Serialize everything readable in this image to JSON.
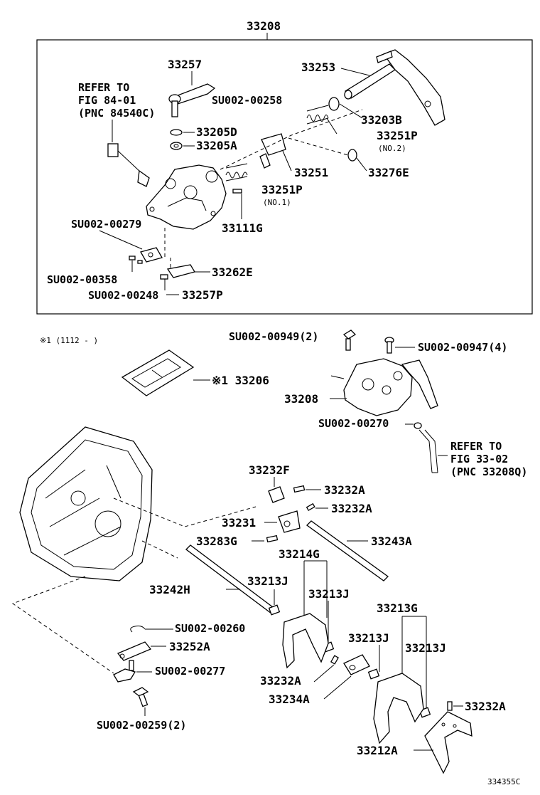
{
  "assembly": {
    "main_number": "33208",
    "illustration_code": "334355C"
  },
  "labels": [
    {
      "id": "p33257",
      "text": "33257"
    },
    {
      "id": "p33253",
      "text": "33253"
    },
    {
      "id": "ref_a1",
      "text": "REFER TO"
    },
    {
      "id": "ref_a2",
      "text": "FIG 84-01"
    },
    {
      "id": "ref_a3",
      "text": "(PNC 84540C)"
    },
    {
      "id": "su258",
      "text": "SU002-00258"
    },
    {
      "id": "p33203b",
      "text": "33203B"
    },
    {
      "id": "p33205d",
      "text": "33205D"
    },
    {
      "id": "p33251p_top",
      "text": "33251P"
    },
    {
      "id": "no2",
      "text": "(NO.2)"
    },
    {
      "id": "p33205a",
      "text": "33205A"
    },
    {
      "id": "p33251",
      "text": "33251"
    },
    {
      "id": "p33276e",
      "text": "33276E"
    },
    {
      "id": "p33251p_low",
      "text": "33251P"
    },
    {
      "id": "no1",
      "text": "(NO.1)"
    },
    {
      "id": "p33111g",
      "text": "33111G"
    },
    {
      "id": "su279",
      "text": "SU002-00279"
    },
    {
      "id": "su358",
      "text": "SU002-00358"
    },
    {
      "id": "p33262e",
      "text": "33262E"
    },
    {
      "id": "su248",
      "text": "SU002-00248"
    },
    {
      "id": "p33257p",
      "text": "33257P"
    },
    {
      "id": "note1",
      "text": "※1 (1112 -        )"
    },
    {
      "id": "su949",
      "text": "SU002-00949(2)"
    },
    {
      "id": "su947",
      "text": "SU002-00947(4)"
    },
    {
      "id": "p33206",
      "text": "※1 33206"
    },
    {
      "id": "p33208b",
      "text": "33208"
    },
    {
      "id": "su270",
      "text": "SU002-00270"
    },
    {
      "id": "ref_b1",
      "text": "REFER TO"
    },
    {
      "id": "ref_b2",
      "text": "FIG 33-02"
    },
    {
      "id": "ref_b3",
      "text": "(PNC 33208Q)"
    },
    {
      "id": "p33232f",
      "text": "33232F"
    },
    {
      "id": "p33232a_1",
      "text": "33232A"
    },
    {
      "id": "p33231",
      "text": "33231"
    },
    {
      "id": "p33232a_2",
      "text": "33232A"
    },
    {
      "id": "p33283g",
      "text": "33283G"
    },
    {
      "id": "p33243a",
      "text": "33243A"
    },
    {
      "id": "p33214g",
      "text": "33214G"
    },
    {
      "id": "p33213j_1",
      "text": "33213J"
    },
    {
      "id": "p33213j_2",
      "text": "33213J"
    },
    {
      "id": "p33242h",
      "text": "33242H"
    },
    {
      "id": "p33213g",
      "text": "33213G"
    },
    {
      "id": "su260",
      "text": "SU002-00260"
    },
    {
      "id": "p33213j_3",
      "text": "33213J"
    },
    {
      "id": "p33213j_4",
      "text": "33213J"
    },
    {
      "id": "p33252a",
      "text": "33252A"
    },
    {
      "id": "su277",
      "text": "SU002-00277"
    },
    {
      "id": "p33232a_3",
      "text": "33232A"
    },
    {
      "id": "p33234a",
      "text": "33234A"
    },
    {
      "id": "p33232a_4",
      "text": "33232A"
    },
    {
      "id": "su259",
      "text": "SU002-00259(2)"
    },
    {
      "id": "p33212a",
      "text": "33212A"
    }
  ]
}
